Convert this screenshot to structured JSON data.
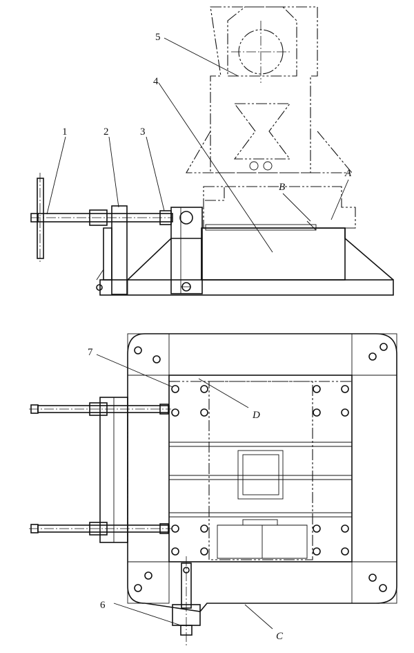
{
  "callouts": {
    "n1": "1",
    "n2": "2",
    "n3": "3",
    "n4": "4",
    "n5": "5",
    "n6": "6",
    "n7": "7",
    "A": "A",
    "B": "B",
    "C": "C",
    "D": "D"
  }
}
